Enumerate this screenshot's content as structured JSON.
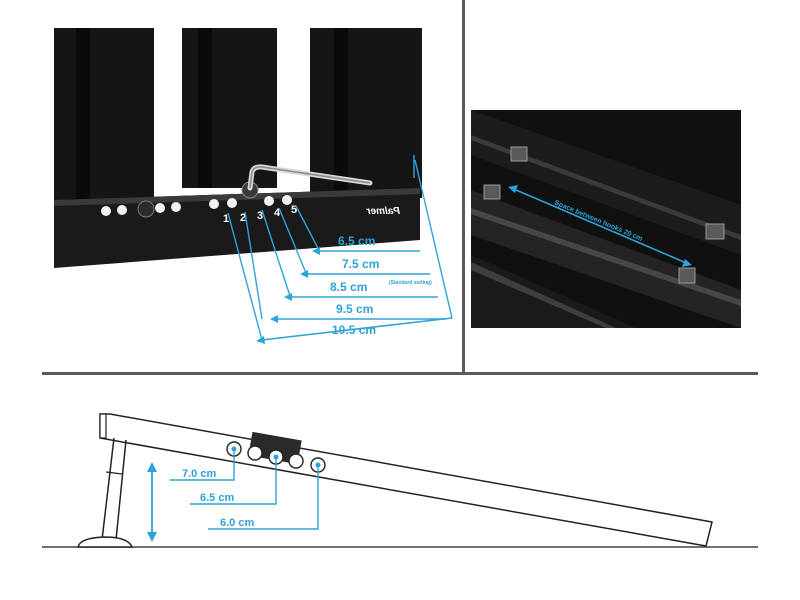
{
  "top_left": {
    "hole_numbers": [
      "1",
      "2",
      "3",
      "4",
      "5"
    ],
    "brand": "Palmer",
    "measurements": [
      {
        "value": "6.5 cm",
        "note": ""
      },
      {
        "value": "7.5 cm",
        "note": ""
      },
      {
        "value": "8.5 cm",
        "note": "(Standard setting)"
      },
      {
        "value": "9.5 cm",
        "note": ""
      },
      {
        "value": "10.5 cm",
        "note": ""
      }
    ]
  },
  "top_right": {
    "hook_spacing_label": "Space between hooks 20 cm"
  },
  "bottom": {
    "measurements": [
      "7.0 cm",
      "6.5 cm",
      "6.0 cm"
    ]
  },
  "colors": {
    "accent_blue": "#2ea3d7",
    "frame_black": "#111111",
    "divider_gray": "#5a5a5a"
  }
}
